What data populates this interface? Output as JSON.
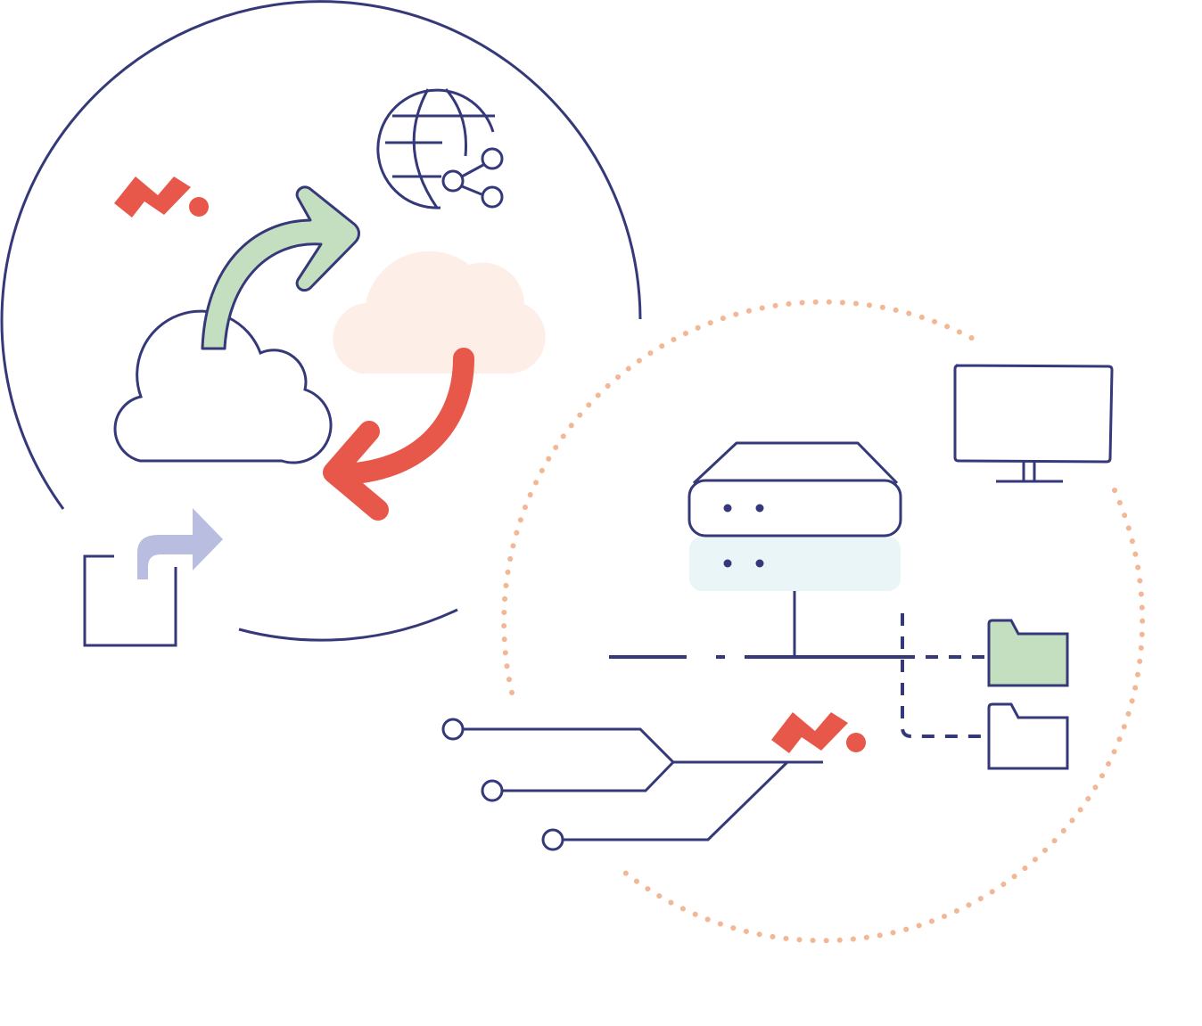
{
  "colors": {
    "navy": "#35397a",
    "coral": "#e8584a",
    "mint": "#c4dfbf",
    "peach_fill": "#fdeee8",
    "peach_dots": "#f2b896",
    "lavender": "#b9bde0",
    "ice": "#e9f5f7",
    "white": "#ffffff"
  },
  "icons": [
    "large-outline-circle",
    "dotted-peach-circle",
    "coral-logo-mark",
    "globe-network-icon",
    "green-sync-arrow-icon",
    "coral-sync-arrow-icon",
    "outline-cloud-icon",
    "peach-cloud-icon",
    "share-export-icon",
    "server-icon",
    "monitor-icon",
    "network-bus-line",
    "green-folder-icon",
    "outline-folder-icon",
    "circuit-node-connector"
  ]
}
